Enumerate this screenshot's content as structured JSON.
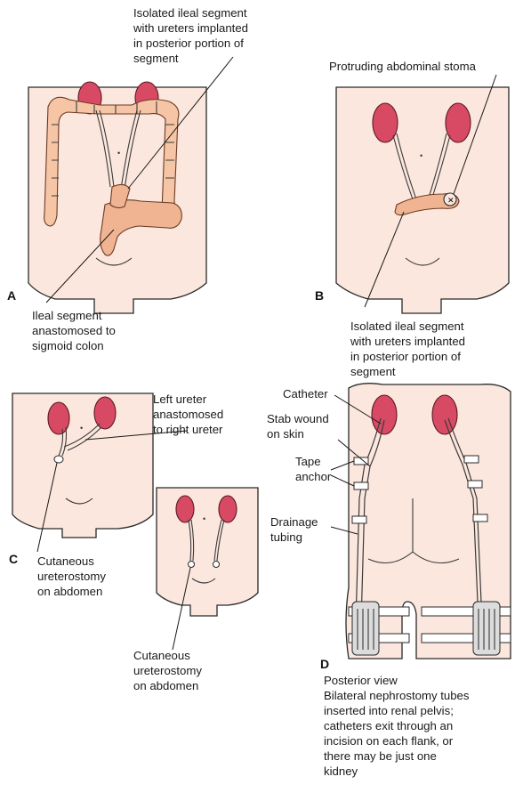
{
  "panels": {
    "a": {
      "letter": "A",
      "label_top": "Isolated ileal segment\nwith ureters implanted\nin posterior portion of\nsegment",
      "label_bottom": "Ileal segment\nanastomosed to\nsigmoid colon"
    },
    "b": {
      "letter": "B",
      "label_top": "Protruding abdominal stoma",
      "label_bottom": "Isolated ileal segment\nwith ureters implanted\nin posterior portion of\nsegment"
    },
    "c": {
      "letter": "C",
      "label_top": "Left ureter\nanastomosed\nto right ureter",
      "label_bottom": "Cutaneous\nureterostomy\non abdomen",
      "label_second": "Cutaneous\nureterostomy\non abdomen"
    },
    "d": {
      "letter": "D",
      "label_catheter": "Catheter",
      "label_stab": "Stab wound\non skin",
      "label_tape": "Tape\nanchor",
      "label_drainage": "Drainage\ntubing",
      "caption": "Posterior view\nBilateral nephrostomy tubes\ninserted into renal pelvis;\ncatheters exit through an\nincision on each flank, or\nthere may be just one\nkidney"
    }
  },
  "colors": {
    "skin": "#fbe7dd",
    "kidney": "#d84a63",
    "colon": "#f6c5a6",
    "ileal": "#f0b492",
    "line": "#1a1a1a"
  }
}
